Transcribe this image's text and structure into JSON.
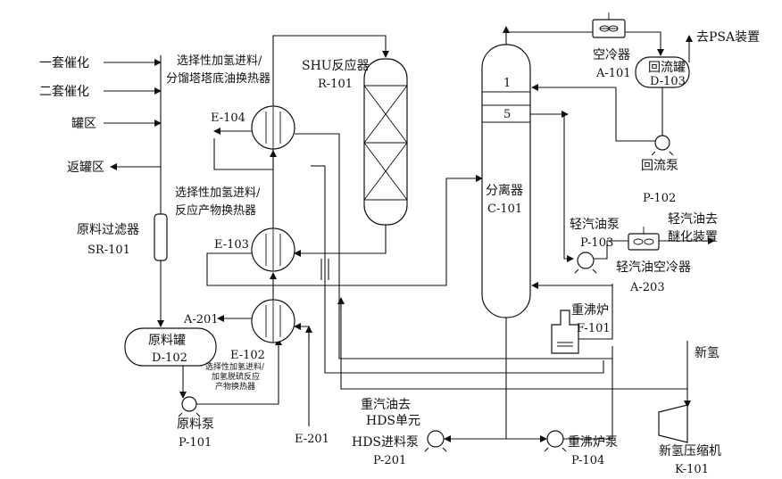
{
  "feeds": {
    "unit1_catalytic": "一套催化",
    "unit2_catalytic": "二套催化",
    "tank_area": "罐区",
    "return_tank_area": "返罐区"
  },
  "filter": {
    "name": "原料过滤器",
    "tag": "SR-101"
  },
  "feed_tank": {
    "name": "原料罐",
    "tag": "D-102"
  },
  "feed_pump": {
    "name": "原料泵",
    "tag": "P-101"
  },
  "exchangers": {
    "e104": {
      "tag": "E-104",
      "desc_line1": "选择性加氢进料/",
      "desc_line2": "分馏塔塔底油换热器"
    },
    "e103": {
      "tag": "E-103",
      "desc_line1": "选择性加氢进料/",
      "desc_line2": "反应产物换热器"
    },
    "e102": {
      "tag": "E-102",
      "desc_line1": "选择性加氢进料/",
      "desc_line2": "加氢脱硫反应",
      "desc_line3": "产物换热器"
    },
    "a201": {
      "tag": "A-201"
    },
    "e201": {
      "tag": "E-201"
    }
  },
  "reactor": {
    "name": "SHU反应器",
    "tag": "R-101"
  },
  "separator": {
    "name": "分离器",
    "tag": "C-101",
    "tray_top": "1",
    "tray_side": "5"
  },
  "air_cooler": {
    "name": "空冷器",
    "tag": "A-101"
  },
  "reflux_drum": {
    "name": "回流罐",
    "tag": "D-103"
  },
  "reflux_pump": {
    "name": "回流泵",
    "tag": "P-102"
  },
  "to_psa": "去PSA装置",
  "light_pump": {
    "name": "轻汽油泵",
    "tag": "P-103"
  },
  "light_cooler": {
    "name": "轻汽油空冷器",
    "tag": "A-203"
  },
  "light_to": {
    "line1": "轻汽油去",
    "line2": "醚化装置"
  },
  "reboiler_furnace": {
    "name": "重沸炉",
    "tag": "F-101"
  },
  "reboiler_pump": {
    "name": "重沸炉泵",
    "tag": "P-104"
  },
  "heavy_to": {
    "line1": "重汽油去",
    "line2": "HDS单元"
  },
  "hds_pump": {
    "name": "HDS进料泵",
    "tag": "P-201"
  },
  "new_hydrogen": "新氢",
  "compressor": {
    "name": "新氢压缩机",
    "tag": "K-101"
  }
}
